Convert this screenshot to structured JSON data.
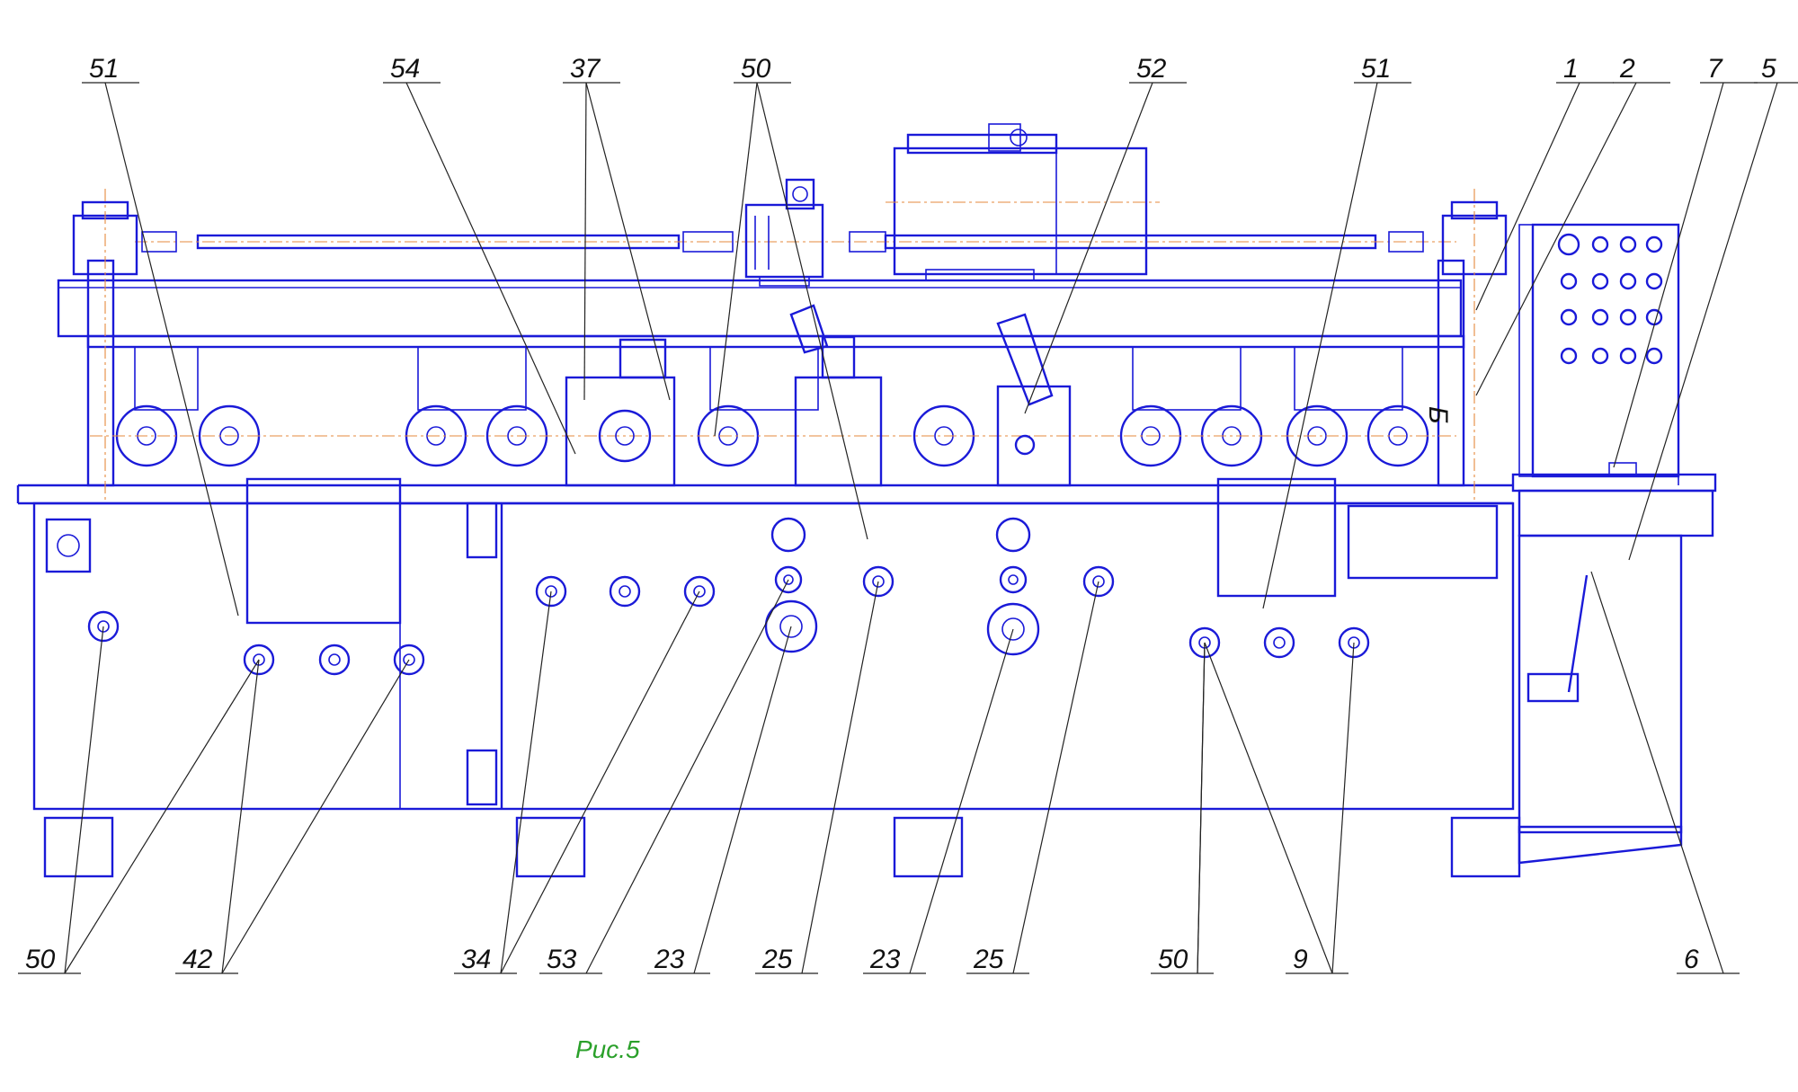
{
  "figure": {
    "caption": "Рис.5",
    "caption_color": "#2aa02a",
    "line_color": "#1a1ad8",
    "centerline_color": "#e58a3c",
    "section_mark": "Б"
  },
  "callouts_top": [
    "51",
    "54",
    "37",
    "50",
    "52",
    "51",
    "1",
    "2",
    "7",
    "5"
  ],
  "callouts_bottom": [
    "50",
    "42",
    "34",
    "53",
    "23",
    "25",
    "23",
    "25",
    "50",
    "9",
    "6"
  ]
}
